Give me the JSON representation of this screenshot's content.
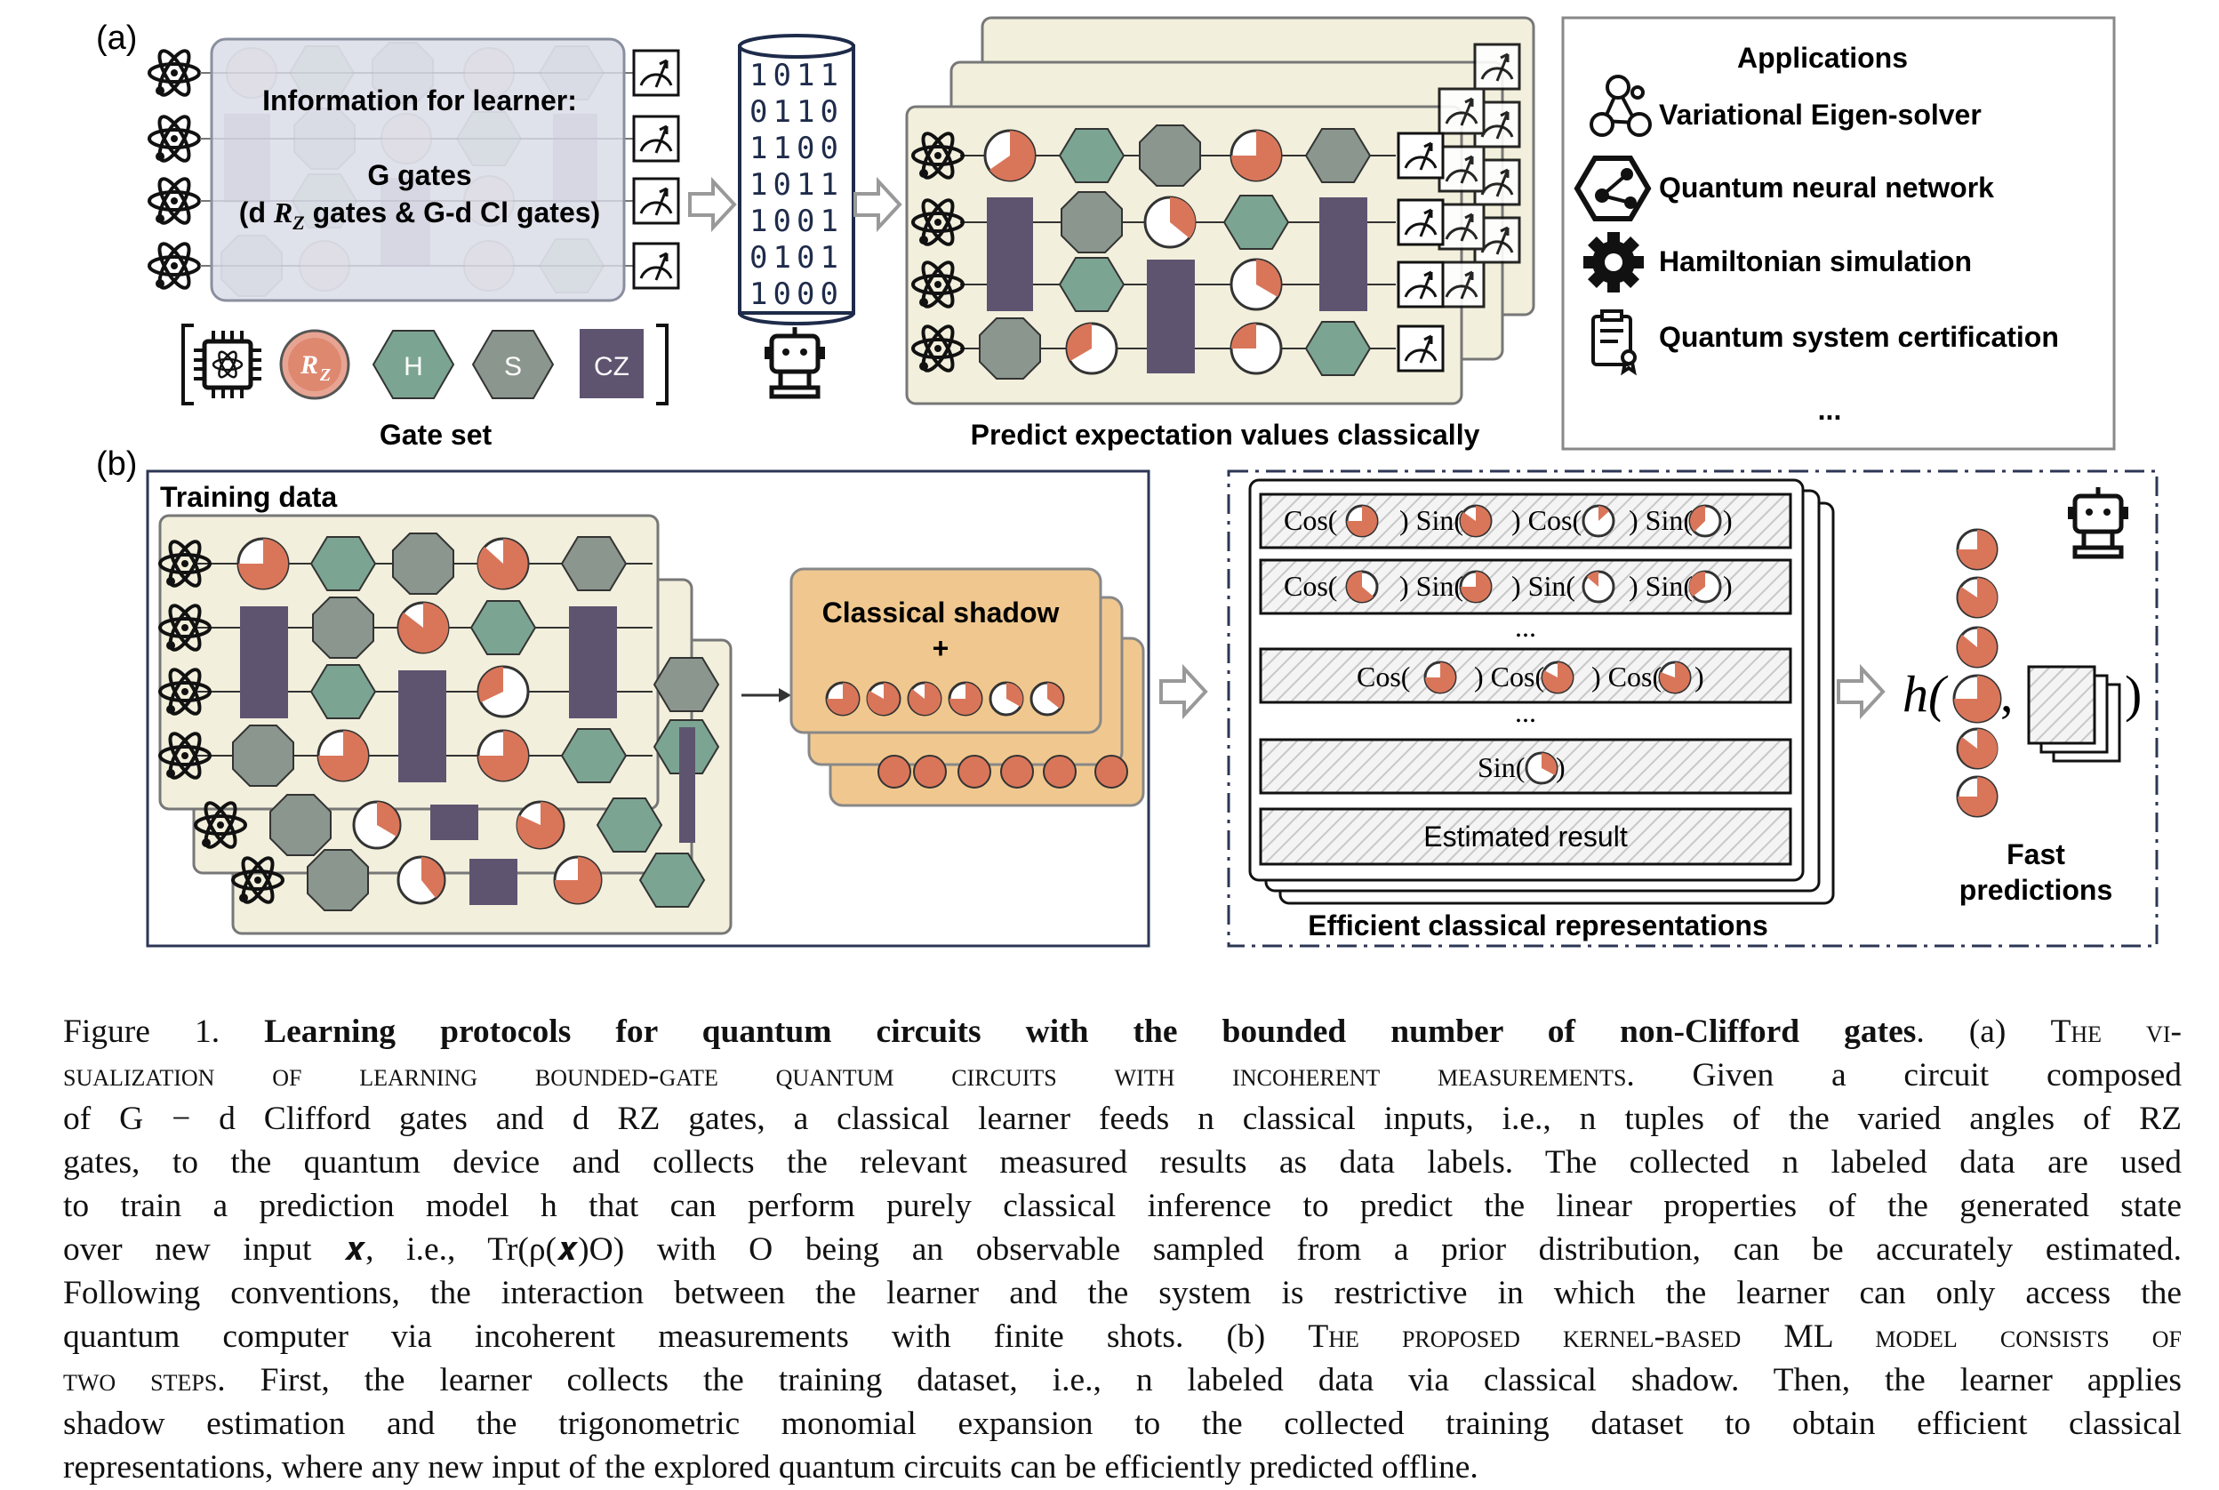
{
  "figure": {
    "panel_a_label": "(a)",
    "panel_b_label": "(b)",
    "learner_info": {
      "title": "Information for learner:",
      "line1": "G gates",
      "line2_pre": "(d ",
      "line2_math": "R",
      "line2_sub": "Z",
      "line2_post": " gates & G-d Cl gates)"
    },
    "binary_rows": [
      "1011",
      "0110",
      "1100",
      "1011",
      "1001",
      "0101",
      "1000"
    ],
    "gate_set": {
      "label": "Gate set",
      "rz": "R",
      "rz_sub": "Z",
      "h": "H",
      "s": "S",
      "cz": "CZ"
    },
    "predict_label": "Predict expectation values classically",
    "applications": {
      "title": "Applications",
      "items": [
        {
          "icon": "molecule-icon",
          "label": "Variational Eigen-solver"
        },
        {
          "icon": "neural-network-icon",
          "label": "Quantum neural network"
        },
        {
          "icon": "gear-icon",
          "label": "Hamiltonian simulation"
        },
        {
          "icon": "certificate-icon",
          "label": "Quantum system certification"
        }
      ],
      "more": "..."
    },
    "training_label": "Training data",
    "shadow_label_1": "Classical shadow",
    "shadow_label_2": "+",
    "representations": {
      "row1": [
        "Cos(",
        ") Sin(",
        ")  Cos(",
        ") Sin(",
        ")"
      ],
      "row2": [
        "Cos(",
        ") Sin(",
        ")  Sin(",
        ") Sin(",
        ")"
      ],
      "row3": [
        "Cos(",
        ") Cos(",
        ") Cos(",
        ")"
      ],
      "row4": [
        "Sin(",
        ")"
      ],
      "dots": "...",
      "estimated": "Estimated result",
      "label": "Efficient classical representations"
    },
    "h_label": "h(",
    "h_comma": ",",
    "h_close": ")",
    "fast_predictions_1": "Fast",
    "fast_predictions_2": "predictions",
    "colors": {
      "slate": "#d9dce6",
      "cream": "#f2efdc",
      "hex_green": "#7ba592",
      "hex_grey": "#8a968e",
      "cz_purple": "#5e5470",
      "pie_orange": "#d9765a",
      "shadow_orange": "#f0c88f",
      "frame_blue": "#2c3654"
    }
  },
  "caption": {
    "figure_num": "Figure 1.",
    "title": "Learning protocols for quantum circuits with the bounded number of non-Clifford gates",
    "lines": [
      ". (a) ",
      "sualization of learning bounded-gate quantum circuits with incoherent measurements",
      ". Given a circuit composed",
      "of G − d Clifford gates and d RZ gates, a classical learner feeds n classical inputs, i.e., n tuples of the varied angles of RZ",
      "gates, to the quantum device and collects the relevant measured results as data labels. The collected n labeled data are used",
      "to train a prediction model h that can perform purely classical inference to predict the linear properties of the generated state",
      "over new input 𝒙, i.e., Tr(ρ(𝒙)O) with O being an observable sampled from a prior distribution, can be accurately estimated.",
      "Following conventions, the interaction between the learner and the system is restrictive in which the learner can only access the",
      "quantum computer via incoherent measurements with finite shots. (b) ",
      "The proposed kernel-based ML model consists of",
      "two steps",
      ". First, the learner collects the training dataset, i.e., n labeled data via classical shadow. Then, the learner applies",
      "shadow estimation and the trigonometric monomial expansion to the collected training dataset to obtain efficient classical",
      "representations, where any new input of the explored quantum circuits can be efficiently predicted offline."
    ],
    "sc_a_start": "The vi-"
  }
}
